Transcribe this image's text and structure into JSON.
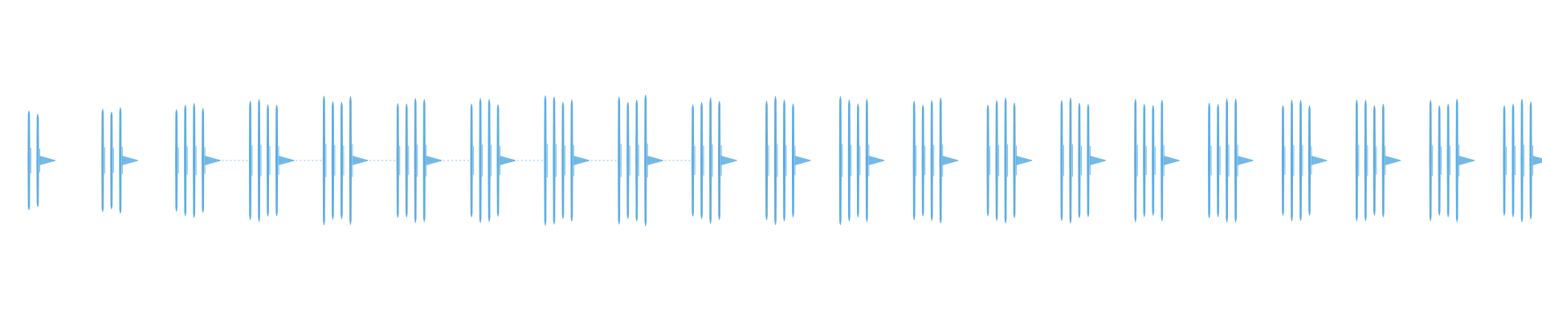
{
  "waveform": {
    "color": "#5dade2",
    "amplitude_scale": "linear",
    "baseline_visible": true,
    "bursts": [
      {
        "pulses": 2,
        "amplitude": 0.72,
        "tail": 0.3,
        "connector": false
      },
      {
        "pulses": 3,
        "amplitude": 0.8,
        "tail": 0.3,
        "connector": false
      },
      {
        "pulses": 4,
        "amplitude": 0.84,
        "tail": 0.3,
        "connector": false
      },
      {
        "pulses": 4,
        "amplitude": 0.9,
        "tail": 0.3,
        "connector": true
      },
      {
        "pulses": 4,
        "amplitude": 0.95,
        "tail": 0.3,
        "connector": true
      },
      {
        "pulses": 4,
        "amplitude": 0.92,
        "tail": 0.3,
        "connector": true
      },
      {
        "pulses": 4,
        "amplitude": 0.92,
        "tail": 0.3,
        "connector": true
      },
      {
        "pulses": 4,
        "amplitude": 0.96,
        "tail": 0.3,
        "connector": true
      },
      {
        "pulses": 4,
        "amplitude": 0.96,
        "tail": 0.3,
        "connector": true
      },
      {
        "pulses": 4,
        "amplitude": 0.92,
        "tail": 0.3,
        "connector": true
      },
      {
        "pulses": 4,
        "amplitude": 0.94,
        "tail": 0.3,
        "connector": false
      },
      {
        "pulses": 4,
        "amplitude": 0.94,
        "tail": 0.3,
        "connector": false
      },
      {
        "pulses": 4,
        "amplitude": 0.92,
        "tail": 0.3,
        "connector": false
      },
      {
        "pulses": 4,
        "amplitude": 0.92,
        "tail": 0.3,
        "connector": false
      },
      {
        "pulses": 4,
        "amplitude": 0.92,
        "tail": 0.3,
        "connector": false
      },
      {
        "pulses": 4,
        "amplitude": 0.9,
        "tail": 0.3,
        "connector": false
      },
      {
        "pulses": 4,
        "amplitude": 0.92,
        "tail": 0.3,
        "connector": false
      },
      {
        "pulses": 4,
        "amplitude": 0.9,
        "tail": 0.3,
        "connector": false
      },
      {
        "pulses": 4,
        "amplitude": 0.9,
        "tail": 0.3,
        "connector": false
      },
      {
        "pulses": 4,
        "amplitude": 0.9,
        "tail": 0.3,
        "connector": false
      },
      {
        "pulses": 4,
        "amplitude": 0.9,
        "tail": 0.3,
        "connector": false
      }
    ]
  }
}
